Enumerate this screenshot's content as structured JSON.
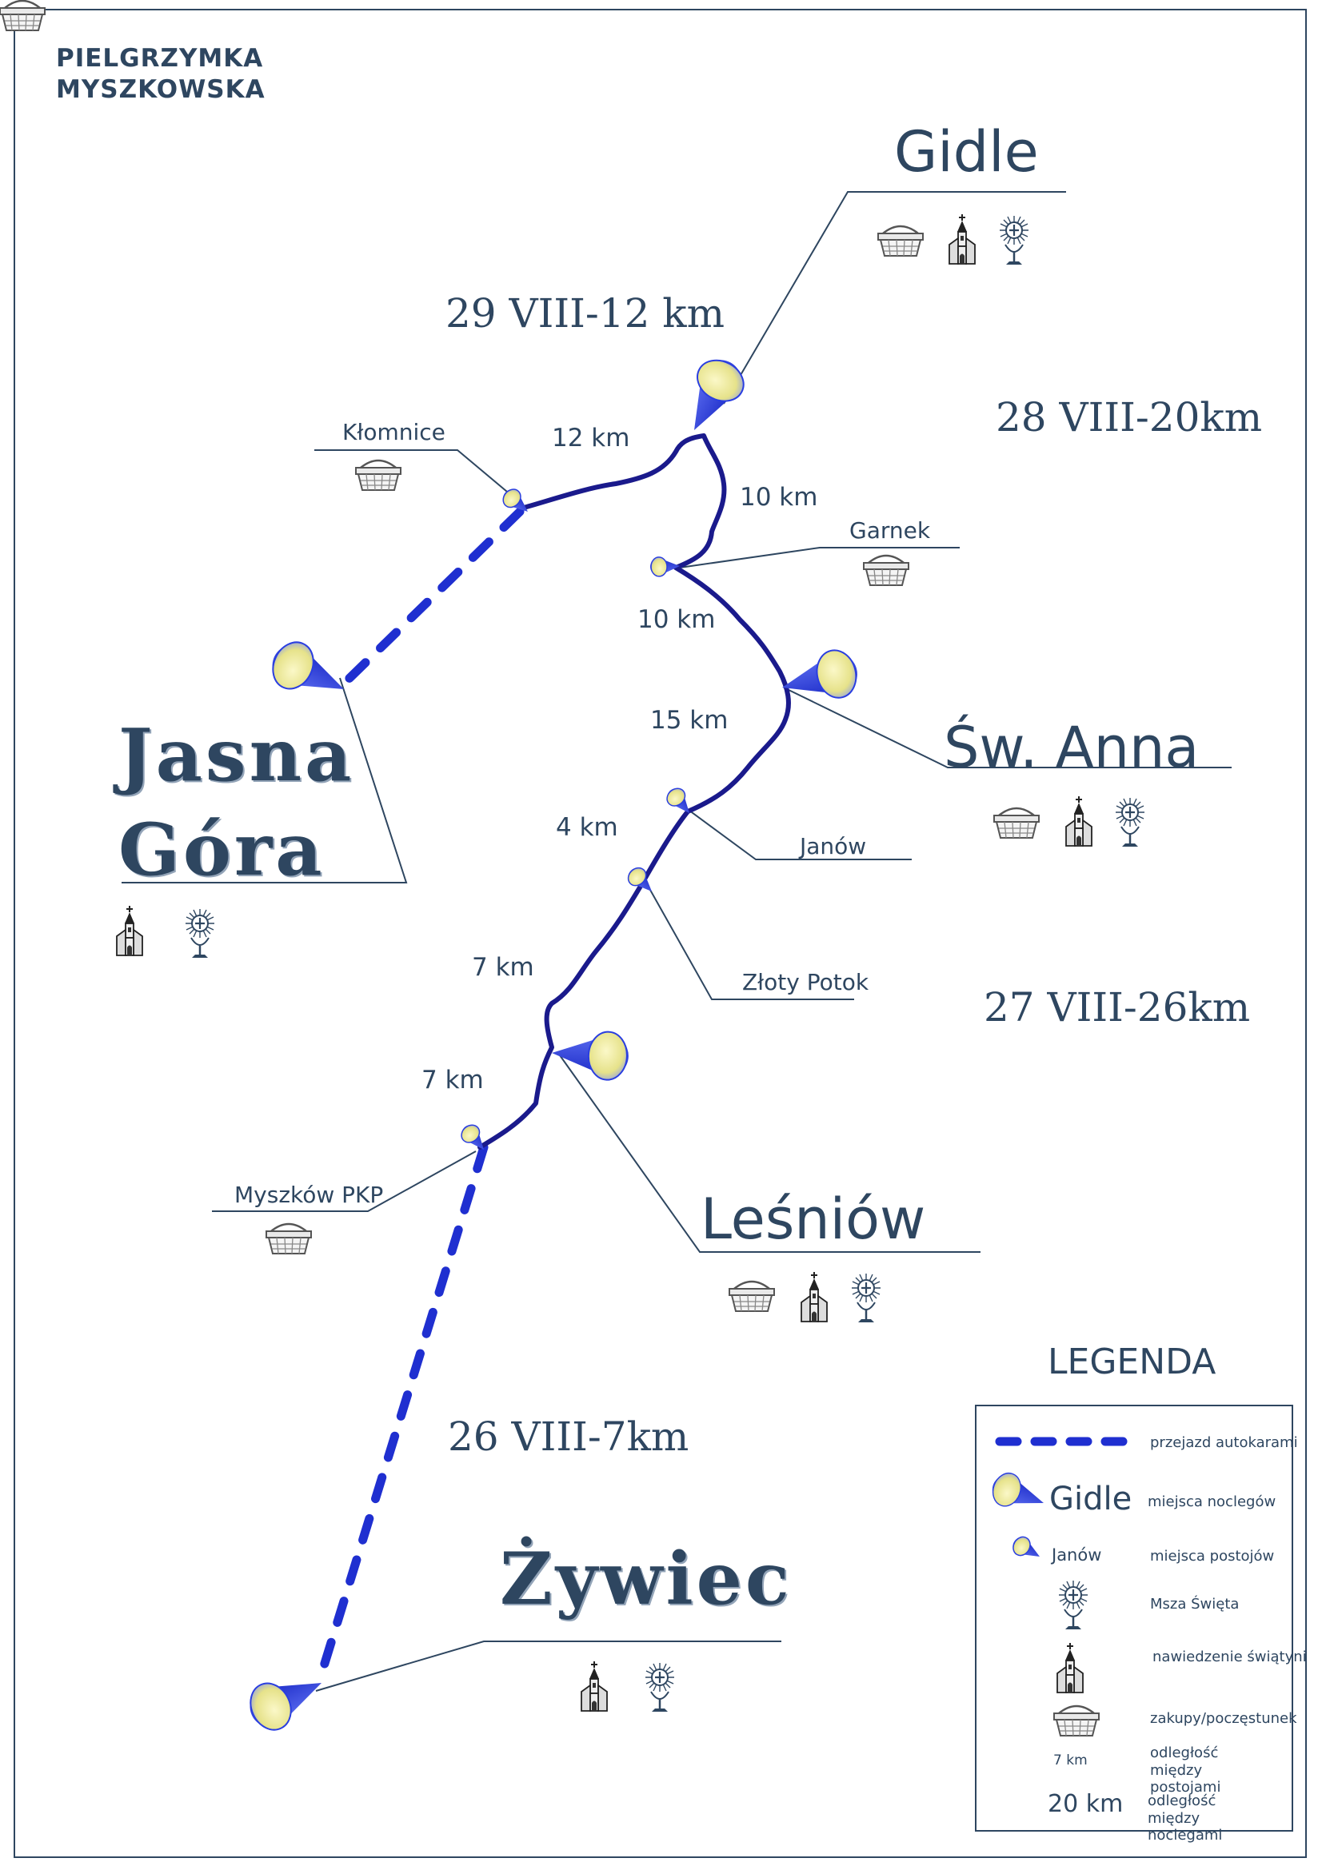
{
  "header": {
    "line1": "PIELGRZYMKA",
    "line2": "MYSZKOWSKA"
  },
  "places": {
    "gidle": "Gidle",
    "sw_anna": "Św. Anna",
    "lesniow": "Leśniów",
    "jasna_gora_line1": "Jasna",
    "jasna_gora_line2": "Góra",
    "zywiec": "Żywiec",
    "klomnice": "Kłomnice",
    "garnek": "Garnek",
    "janow": "Janów",
    "zloty_potok": "Złoty Potok",
    "myszkow_pkp": "Myszków PKP"
  },
  "days": {
    "d29": "29 VIII-12 km",
    "d28": "28 VIII-20km",
    "d27": "27 VIII-26km",
    "d26": "26 VIII-7km"
  },
  "distances": {
    "gidle_klomnice": "12 km",
    "gidle_garnek": "10 km",
    "garnek_swanna": "10 km",
    "swanna_janow": "15 km",
    "janow_zlotypotok": "4 km",
    "zlotypotok_lesniow": "7 km",
    "lesniow_myszkow": "7 km"
  },
  "legend": {
    "title": "LEGENDA",
    "bus": "przejazd autokarami",
    "overnight_sample": "Gidle",
    "overnight": "miejsca noclegów",
    "stop_sample": "Janów",
    "stop": "miejsca postojów",
    "mass": "Msza Święta",
    "church": "nawiedzenie świątyni",
    "shopping": "zakupy/poczęstunek",
    "km_small_sample": "7 km",
    "km_small": "odległość między postojami",
    "km_big_sample": "20 km",
    "km_big": "odległość między noclegami"
  },
  "colors": {
    "text": "#2e4660",
    "route": "#1a1a8c",
    "bus_route": "#1f2fd0",
    "pin_body": "#2a3ee0",
    "pin_face": "#f3f0a0"
  },
  "icons": [
    "basket-icon",
    "church-icon",
    "monstrance-icon",
    "overnight-pin-icon",
    "stop-pin-icon"
  ]
}
